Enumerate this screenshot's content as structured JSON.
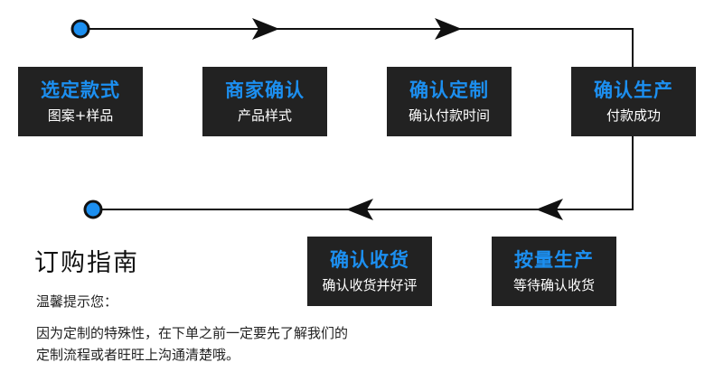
{
  "colors": {
    "accent": "#1c8ff0",
    "box_background": "#222222",
    "line": "#111111",
    "sub_text": "#ffffff"
  },
  "steps": [
    {
      "title": "选定款式",
      "subtitle": "图案+样品"
    },
    {
      "title": "商家确认",
      "subtitle": "产品样式"
    },
    {
      "title": "确认定制",
      "subtitle": "确认付款时间"
    },
    {
      "title": "确认生产",
      "subtitle": "付款成功"
    },
    {
      "title": "按量生产",
      "subtitle": "等待确认收货"
    },
    {
      "title": "确认收货",
      "subtitle": "确认收货并好评"
    }
  ],
  "guide": {
    "title": "订购指南",
    "label": "温馨提示您：",
    "body_line1": "因为定制的特殊性，在下单之前一定要先了解我们的",
    "body_line2": "定制流程或者旺旺上沟通清楚哦。"
  }
}
